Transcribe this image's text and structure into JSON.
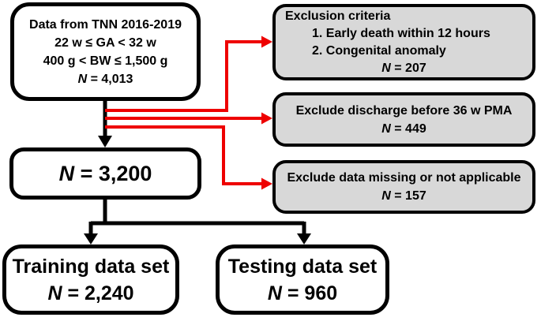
{
  "colors": {
    "background": "#ffffff",
    "border": "#000000",
    "box_fill_white": "#ffffff",
    "box_fill_gray": "#d8d8d8",
    "arrow_black": "#000000",
    "arrow_red": "#ee0000"
  },
  "flowchart": {
    "source_box": {
      "line1": "Data from TNN 2016-2019",
      "line2": "22 w ≤ GA < 32 w",
      "line3": "400 g < BW ≤ 1,500 g",
      "n_label": "N",
      "n_value": " = 4,013"
    },
    "exclusion_box_1": {
      "title": "Exclusion criteria",
      "item1": "1. Early death within 12 hours",
      "item2": "2. Congenital anomaly",
      "n_label": "N",
      "n_value": " = 207"
    },
    "exclusion_box_2": {
      "text": "Exclude discharge before 36 w PMA",
      "n_label": "N",
      "n_value": " = 449"
    },
    "exclusion_box_3": {
      "text": "Exclude data missing or not applicable",
      "n_label": "N",
      "n_value": " = 157"
    },
    "cohort_box": {
      "n_label": "N",
      "n_value": " = 3,200"
    },
    "training_box": {
      "title": "Training data set",
      "n_label": "N",
      "n_value": " = 2,240"
    },
    "testing_box": {
      "title": "Testing data set",
      "n_label": "N",
      "n_value": " = 960"
    }
  }
}
